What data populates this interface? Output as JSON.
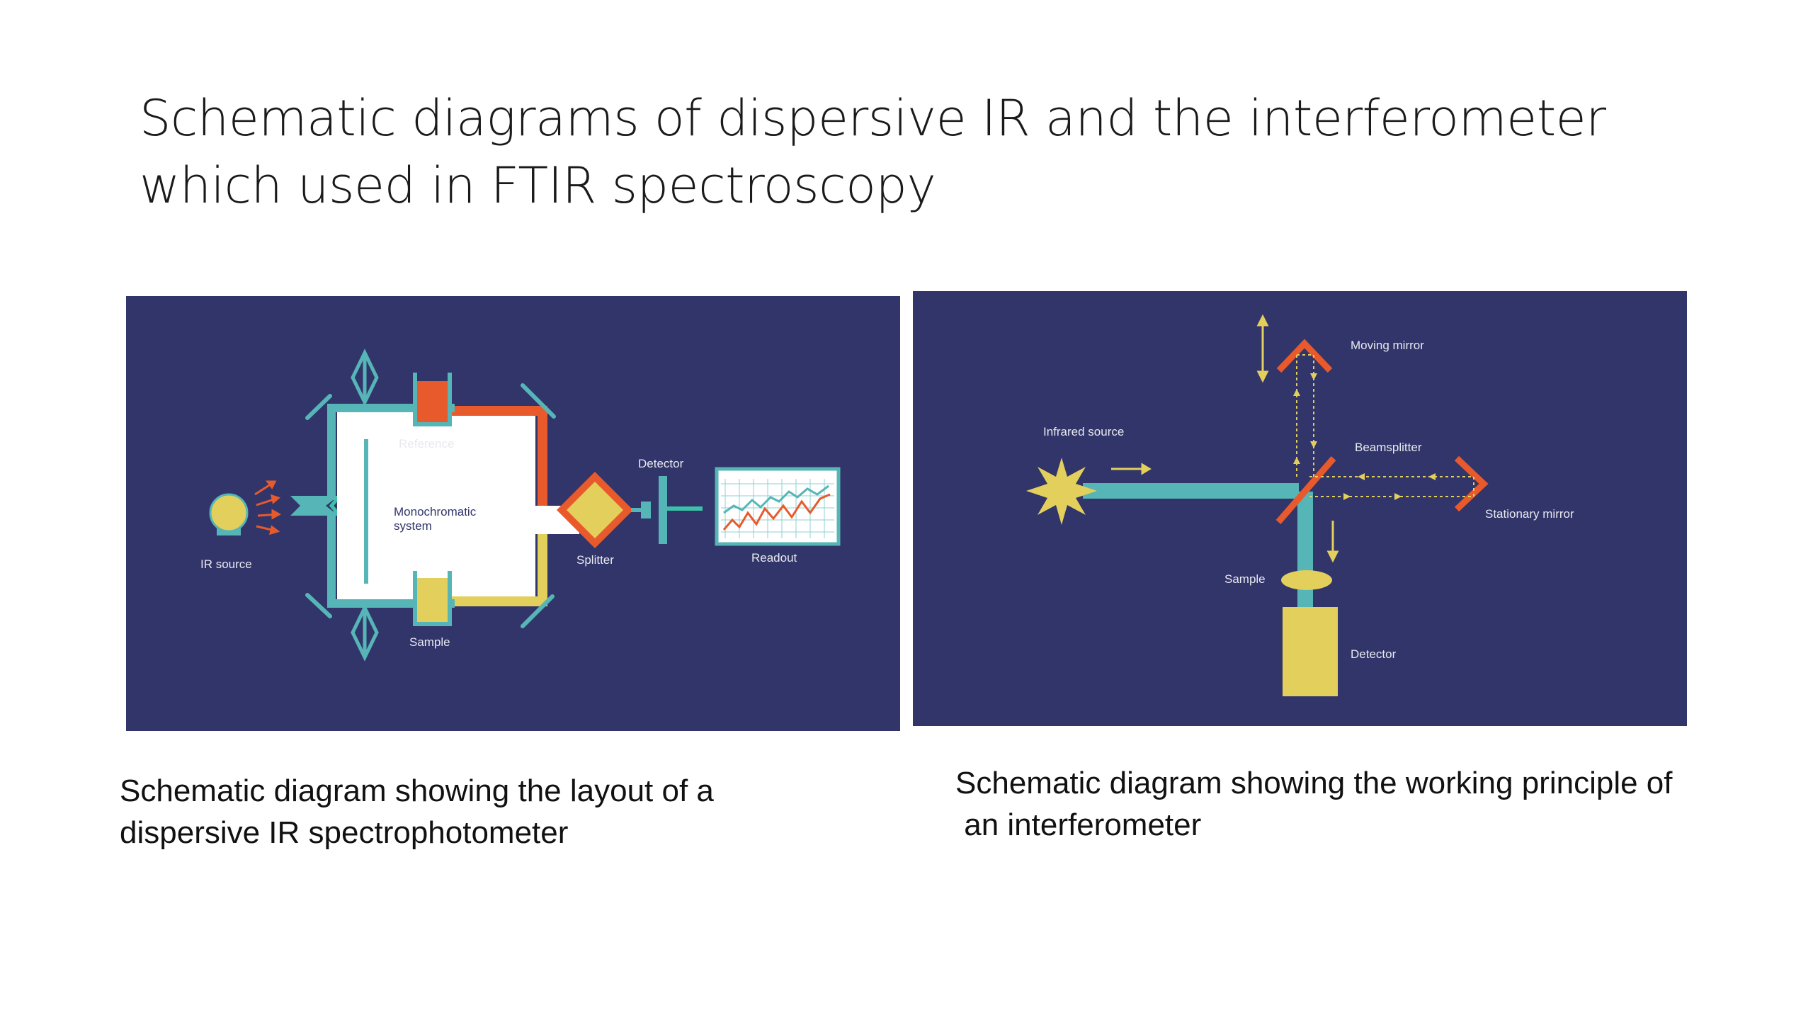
{
  "slide": {
    "title_line1": "Schematic diagrams of dispersive IR and the interferometer",
    "title_line2": "which used in FTIR spectroscopy"
  },
  "left_diagram": {
    "labels": {
      "ir_source": "IR source",
      "reference": "Reference",
      "monochromatic_line1": "Monochromatic",
      "monochromatic_line2": "system",
      "sample": "Sample",
      "detector": "Detector",
      "splitter": "Splitter",
      "readout": "Readout"
    },
    "caption_line1": "Schematic diagram showing the layout of a",
    "caption_line2": "dispersive IR spectrophotometer"
  },
  "right_diagram": {
    "labels": {
      "moving_mirror": "Moving mirror",
      "infrared_source": "Infrared source",
      "beamsplitter": "Beamsplitter",
      "stationary_mirror": "Stationary mirror",
      "sample": "Sample",
      "detector": "Detector"
    },
    "caption_line1": "Schematic diagram showing the working principle of",
    "caption_line2": " an interferometer"
  },
  "colors": {
    "panel_bg": "#31356a",
    "teal": "#56b5b6",
    "orange": "#e85a2c",
    "yellow": "#e2cf5c",
    "white": "#ffffff"
  }
}
